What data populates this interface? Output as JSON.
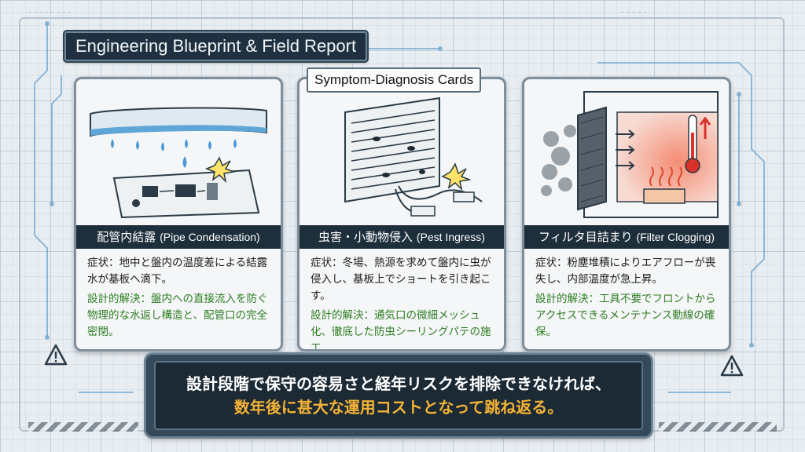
{
  "header": {
    "title": "Engineering Blueprint & Field Report",
    "subtitle": "Symptom-Diagnosis Cards"
  },
  "cards": [
    {
      "title_jp": "配管内結露",
      "title_en": "(Pipe Condensation)",
      "symptom": "症状：地中と盤内の温度差による結露水が基板へ滴下。",
      "design": "設計的解決：盤内への直接流入を防ぐ物理的な水返し構造と、配管口の完全密閉。",
      "icon": "pipe-condensation-illustration"
    },
    {
      "title_jp": "虫害・小動物侵入",
      "title_en": "(Pest Ingress)",
      "symptom": "症状：冬場、熱源を求めて盤内に虫が侵入し、基板上でショートを引き起こす。",
      "design": "設計的解決：通気口の微細メッシュ化、徹底した防虫シーリングパテの施工。",
      "icon": "pest-ingress-illustration"
    },
    {
      "title_jp": "フィルタ目詰まり",
      "title_en": "(Filter Clogging)",
      "symptom": "症状：粉塵堆積によりエアフローが喪失し、内部温度が急上昇。",
      "design": "設計的解決：工具不要でフロントからアクセスできるメンテナンス動線の確保。",
      "icon": "filter-clogging-illustration"
    }
  ],
  "footer": {
    "line1": "設計段階で保守の容易さと経年リスクを排除できなければ、",
    "line2": "数年後に甚大な運用コストとなって跳ね返る。"
  },
  "colors": {
    "plate": "#1f3140",
    "solution_green": "#2e7d22",
    "highlight_orange": "#f5b335"
  }
}
